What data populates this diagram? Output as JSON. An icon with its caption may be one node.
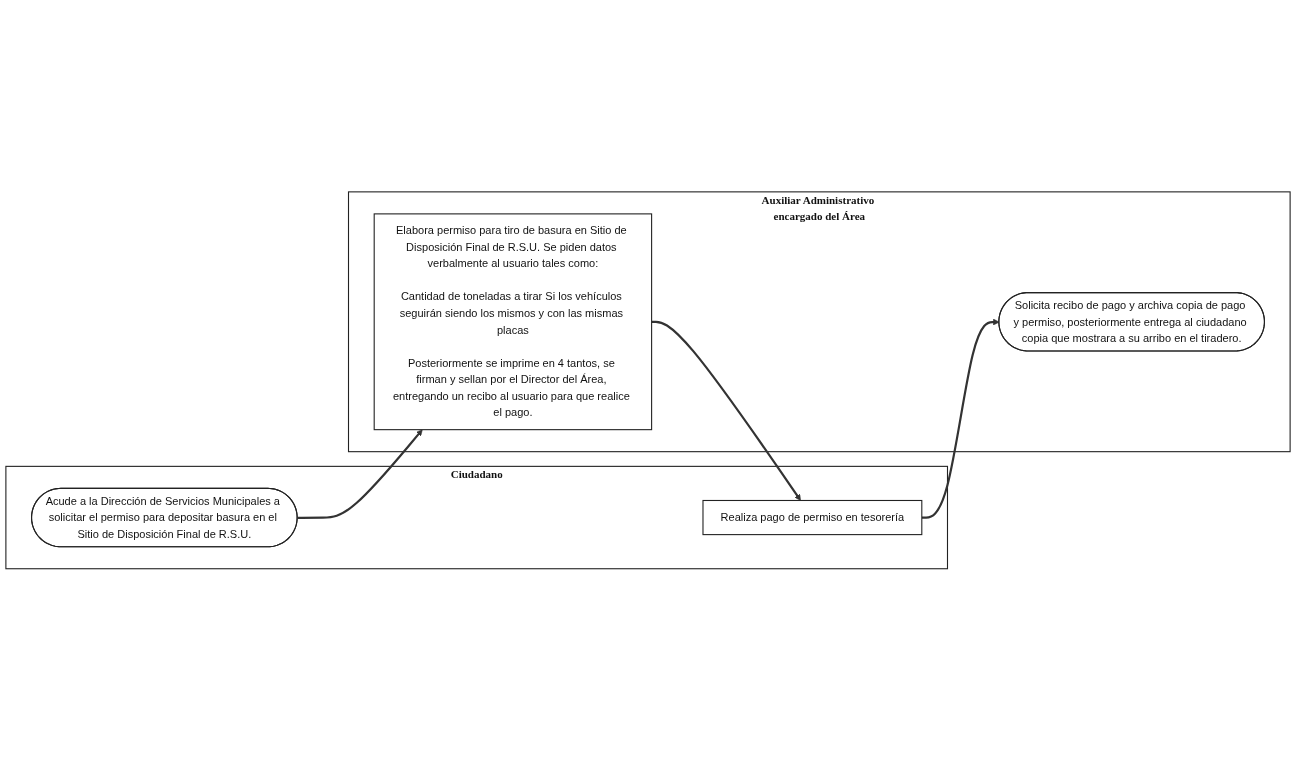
{
  "diagram": {
    "nodes": [
      {
        "text": [
          "Ciudadano"
        ]
      },
      {
        "text": [
          "Auxiliar Administrativo encargado del Área"
        ]
      },
      {
        "text": [
          "Acude a la Dirección de Servicios Municipales a solicitar el permiso para depositar basura en el Sitio de Disposición Final de R.S.U."
        ],
        "in": 0
      },
      {
        "text": [
          "Elabora permiso para tiro de basura en Sitio de Disposición Final de R.S.U. Se piden datos verbalmente al usuario tales como:",
          "Cantidad de toneladas a tirar Si los vehículos seguirán siendo los mismos y con las mismas placas",
          "Posteriormente se imprime en 4 tantos, se firman y sellan por el Director del Área, entregando un recibo al usuario para que realice el pago."
        ],
        "in": 1
      },
      {
        "text": [
          "Realiza pago de permiso en tesorería"
        ],
        "in": 0
      },
      {
        "text": [
          "Solicita recibo de pago y archiva copia de pago y permiso, posteriormente entrega al ciudadano copia que mostrara a su arribo en el tiradero."
        ],
        "in": 1
      }
    ],
    "edges": [
      {
        "from": 2,
        "to": 3,
        "arrow": "to"
      },
      {
        "from": 3,
        "to": 4,
        "arrow": "to"
      },
      {
        "from": 4,
        "to": 5,
        "arrow": "to"
      }
    ]
  }
}
